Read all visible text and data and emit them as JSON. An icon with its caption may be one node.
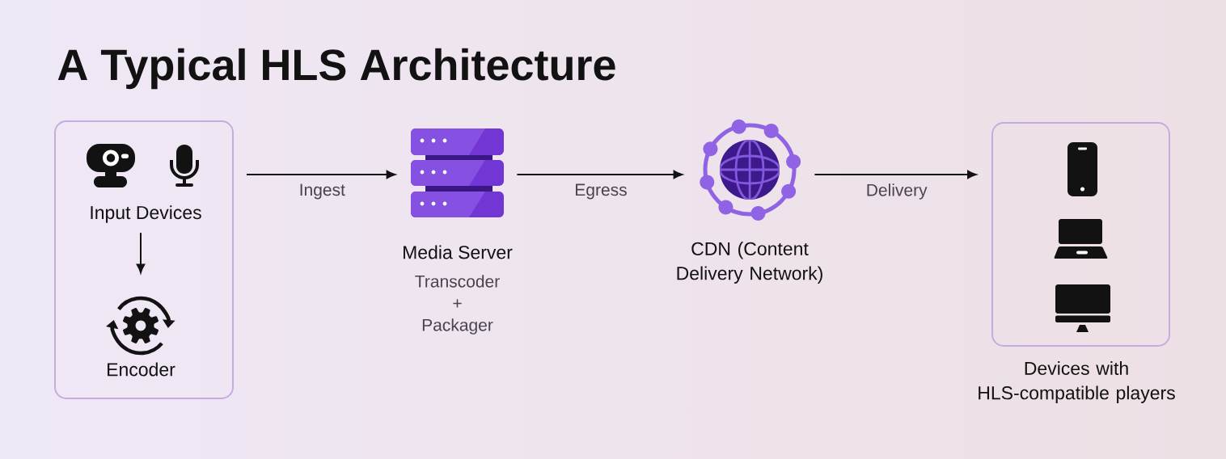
{
  "diagram": {
    "title": "A Typical HLS Architecture",
    "nodes": [
      {
        "text": [],
        "shape": "box"
      },
      {
        "text": [
          "Input Devices"
        ],
        "in": 0
      },
      {
        "text": [
          "Encoder"
        ],
        "in": 0
      },
      {
        "text": [
          "Media Server",
          "Transcoder + Packager"
        ]
      },
      {
        "text": [
          "CDN (Content Delivery Network)"
        ]
      },
      {
        "text": [
          "Devices with HLS-compatible players"
        ]
      }
    ],
    "edges": [
      {
        "from": 1,
        "to": 2,
        "arrow": "to"
      },
      {
        "from": 0,
        "to": 3,
        "arrow": "to",
        "label": "Ingest"
      },
      {
        "from": 3,
        "to": 4,
        "arrow": "to",
        "label": "Egress"
      },
      {
        "from": 4,
        "to": 5,
        "arrow": "to",
        "label": "Delivery"
      }
    ]
  }
}
